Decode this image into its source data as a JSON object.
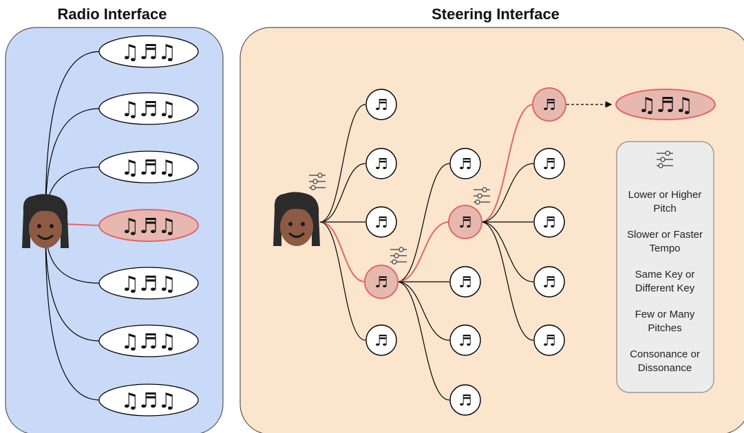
{
  "radio": {
    "title": "Radio Interface",
    "songs_glyph": "♫♬♫",
    "selected_index": 3,
    "song_count": 7
  },
  "steering": {
    "title": "Steering Interface",
    "note_glyph": "♬",
    "result_glyph": "♫♬♫",
    "options_icon": "sliders-icon",
    "options": [
      {
        "line1": "Lower or Higher",
        "line2": "Pitch"
      },
      {
        "line1": "Slower or Faster",
        "line2": "Tempo"
      },
      {
        "line1": "Same Key or",
        "line2": "Different Key"
      },
      {
        "line1": "Few or Many",
        "line2": "Pitches"
      },
      {
        "line1": "Consonance or",
        "line2": "Dissonance"
      }
    ]
  },
  "colors": {
    "radio_bg": "#c9daf8",
    "steering_bg": "#fce5cd",
    "highlight_fill": "#e6b8af",
    "highlight_stroke": "#e06666",
    "panel_box_bg": "#ececec"
  }
}
